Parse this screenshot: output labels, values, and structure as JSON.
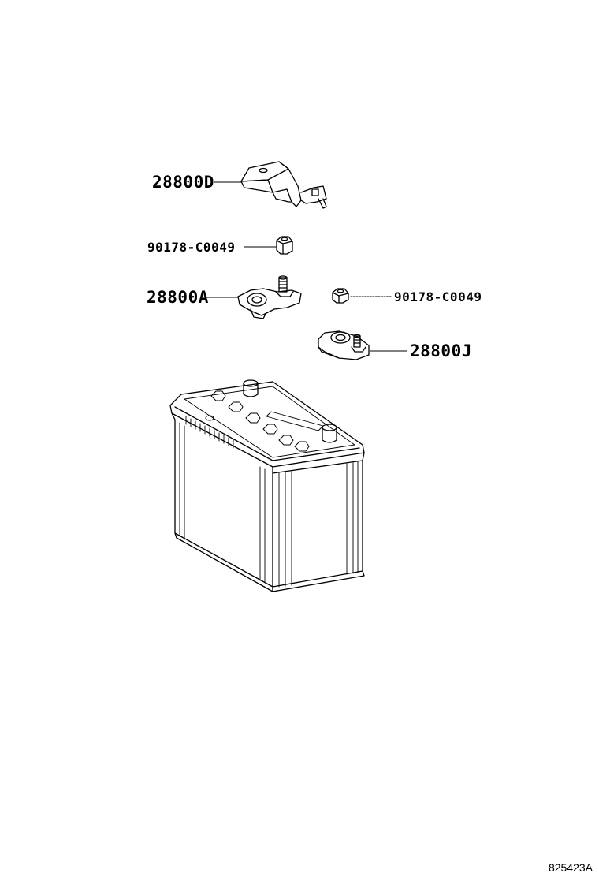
{
  "callouts": {
    "cover": "28800D",
    "nut_top": "90178-C0049",
    "terminal_a": "28800A",
    "nut_right": "90178-C0049",
    "terminal_j": "28800J"
  },
  "figure_number": "825423A"
}
